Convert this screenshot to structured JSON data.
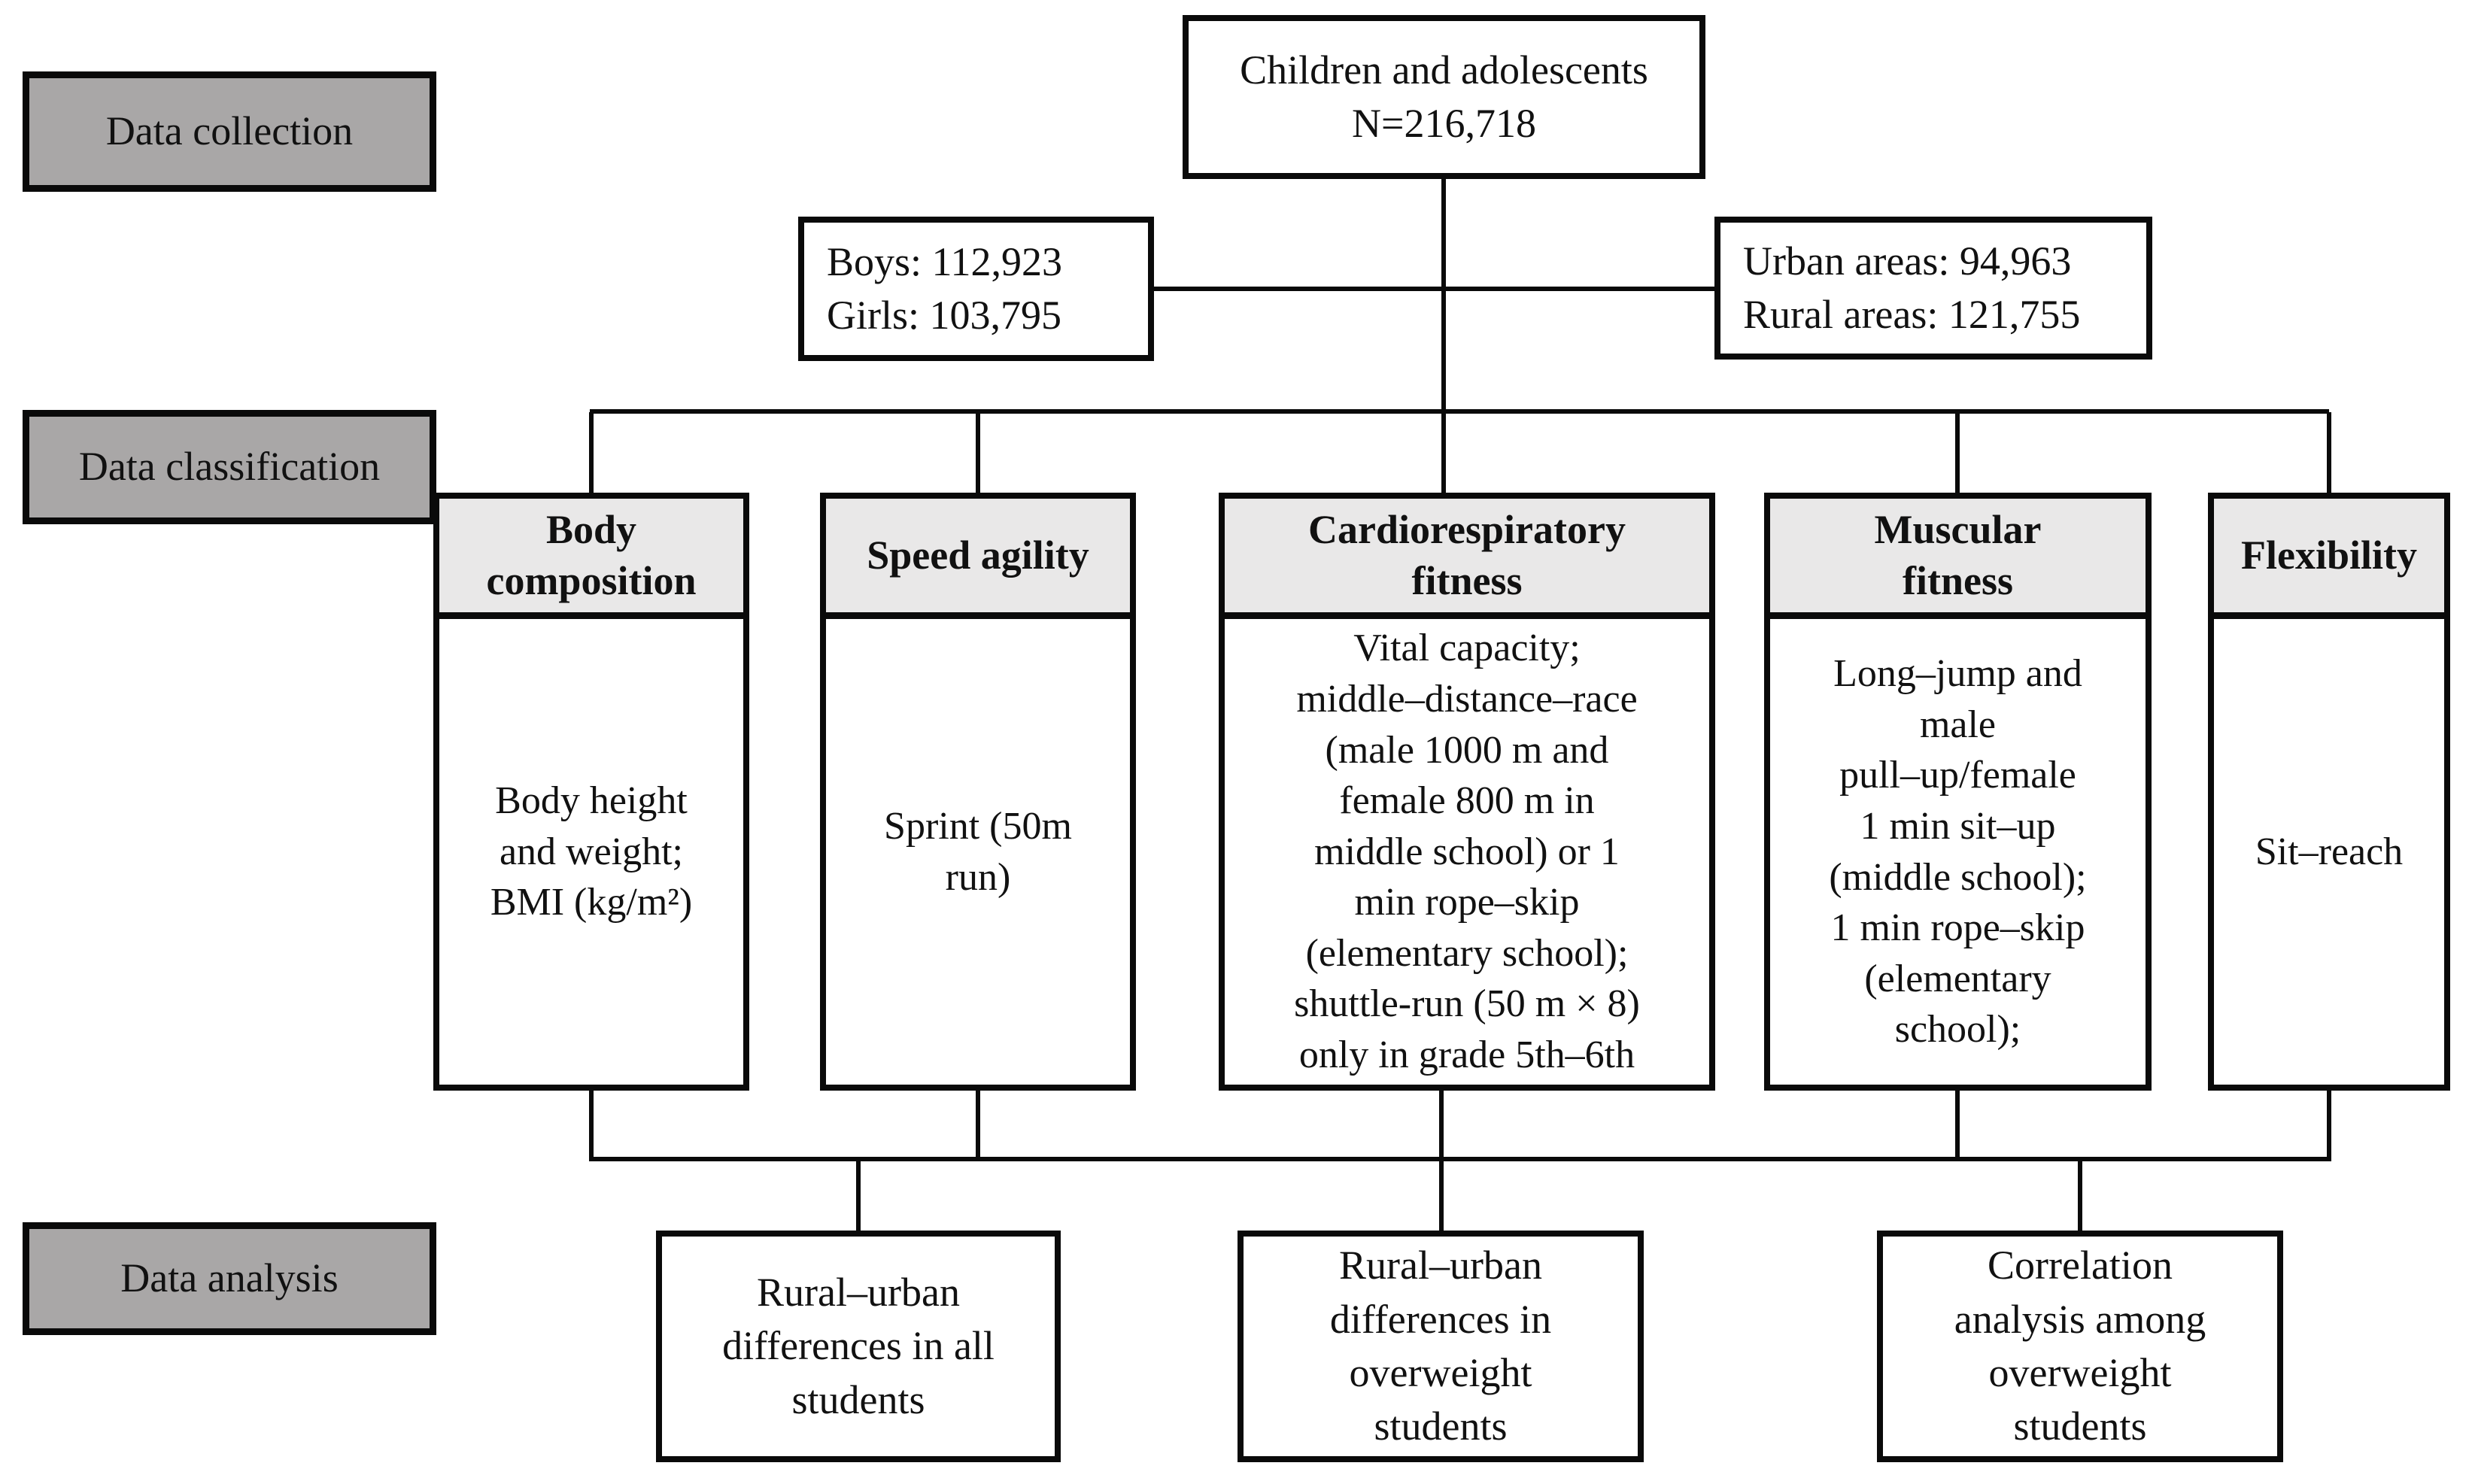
{
  "stages": {
    "collection": "Data collection",
    "classification": "Data classification",
    "analysis": "Data analysis"
  },
  "population": {
    "text": "Children and adolescents\nN=216,718"
  },
  "splits": {
    "sex": {
      "text": "Boys: 112,923\nGirls: 103,795"
    },
    "area": {
      "text": "Urban areas: 94,963\nRural areas: 121,755"
    }
  },
  "categories": [
    {
      "id": "body-composition",
      "header": "Body\ncomposition",
      "body": "Body height\nand weight;\nBMI (kg/m²)"
    },
    {
      "id": "speed-agility",
      "header": "Speed agility",
      "body": "Sprint (50m\nrun)"
    },
    {
      "id": "cardiorespiratory-fitness",
      "header": "Cardiorespiratory\nfitness",
      "body": "Vital capacity;\nmiddle–distance–race\n(male 1000 m and\nfemale 800 m in\nmiddle school) or 1\nmin rope–skip\n(elementary school);\nshuttle-run (50 m × 8)\nonly in grade 5th–6th"
    },
    {
      "id": "muscular-fitness",
      "header": "Muscular\nfitness",
      "body": "Long–jump and\nmale\npull–up/female\n1 min sit–up\n(middle school);\n1 min rope–skip\n(elementary\nschool);"
    },
    {
      "id": "flexibility",
      "header": "Flexibility",
      "body": "Sit–reach"
    }
  ],
  "analyses": [
    "Rural–urban\ndifferences in all\nstudents",
    "Rural–urban\ndifferences in\noverweight\nstudents",
    "Correlation\nanalysis among\noverweight\nstudents"
  ],
  "colors": {
    "stage_fill": "#a9a7a7",
    "header_fill": "#e9e8e8",
    "box_fill": "#ffffff",
    "line": "#0a0a0a",
    "text": "#111111"
  }
}
